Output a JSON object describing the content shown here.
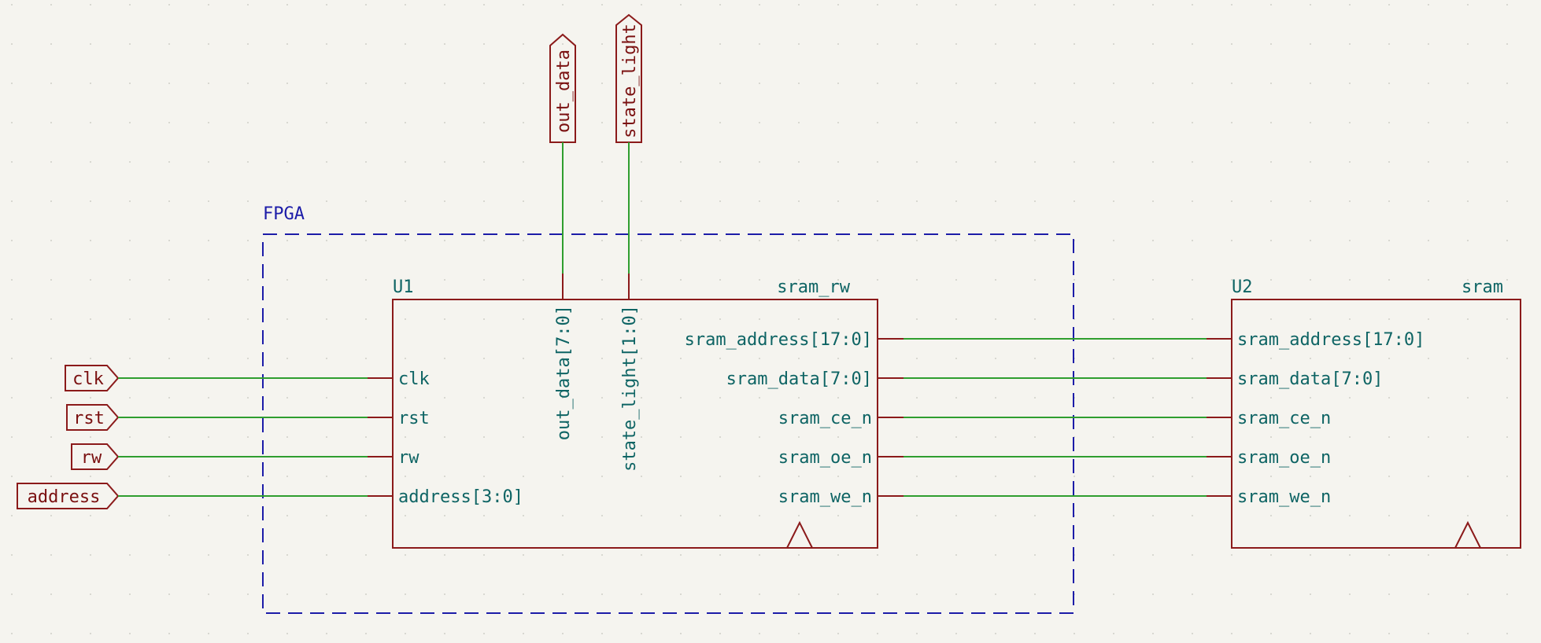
{
  "colors": {
    "background": "#f5f4ef",
    "grid_dot": "#cfcfc8",
    "wire": "#2f9e2f",
    "component_outline": "#8b1a1a",
    "pin_text": "#0e6464",
    "designator_text": "#0e6464",
    "label_text": "#7a1010",
    "group_box": "#1c1ca8"
  },
  "group": {
    "title": "FPGA"
  },
  "u1": {
    "ref": "U1",
    "value": "sram_rw",
    "top_pins": [
      "out_data[7:0]",
      "state_light[1:0]"
    ],
    "left_pins": [
      "clk",
      "rst",
      "rw",
      "address[3:0]"
    ],
    "right_pins": [
      "sram_address[17:0]",
      "sram_data[7:0]",
      "sram_ce_n",
      "sram_oe_n",
      "sram_we_n"
    ]
  },
  "u2": {
    "ref": "U2",
    "value": "sram",
    "left_pins": [
      "sram_address[17:0]",
      "sram_data[7:0]",
      "sram_ce_n",
      "sram_oe_n",
      "sram_we_n"
    ]
  },
  "input_labels": [
    "clk",
    "rst",
    "rw",
    "address"
  ],
  "output_labels": [
    "out_data",
    "state_light"
  ]
}
